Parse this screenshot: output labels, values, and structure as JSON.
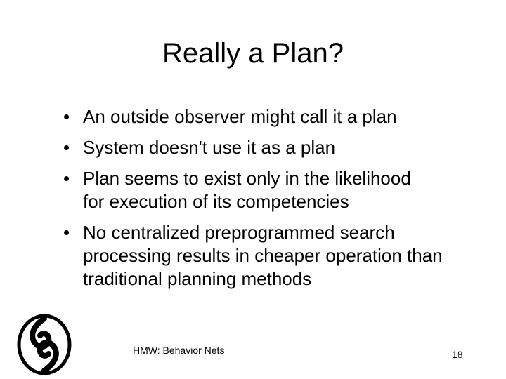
{
  "slide": {
    "title": "Really a Plan?",
    "bullets": [
      {
        "lines": [
          "An outside observer might call it a plan"
        ]
      },
      {
        "lines": [
          "System doesn't use it as a plan"
        ]
      },
      {
        "lines": [
          "Plan seems to exist only in the likelihood",
          "for execution of its competencies"
        ]
      },
      {
        "lines": [
          "No centralized preprogrammed search",
          "processing results in cheaper operation than",
          "traditional planning methods"
        ]
      }
    ],
    "bullet_symbol": "•",
    "footer": "HMW: Behavior Nets",
    "page_number": "18",
    "logo_icon": "s-swirl-logo-icon"
  }
}
